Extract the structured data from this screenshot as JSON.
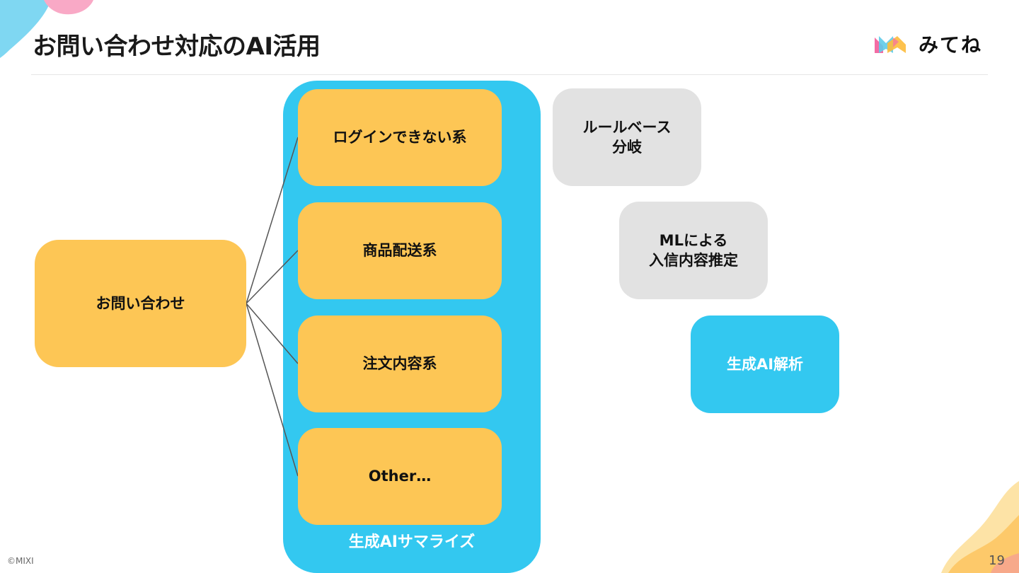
{
  "slide": {
    "title": "お問い合わせ対応のAI活用",
    "page_number": "19",
    "copyright": "©MIXI"
  },
  "logo": {
    "text": "みてね",
    "colors": [
      "#f36ca4",
      "#5fcbe9",
      "#fdbb3b"
    ]
  },
  "diagram": {
    "root": {
      "label": "お問い合わせ"
    },
    "container": {
      "label": "生成AIサマライズ",
      "color": "#33c8f0"
    },
    "categories": [
      {
        "label": "ログインできない系"
      },
      {
        "label": "商品配送系"
      },
      {
        "label": "注文内容系"
      },
      {
        "label": "Other…"
      }
    ],
    "methods": [
      {
        "label": "ルールベース\n分岐",
        "style": "grey"
      },
      {
        "label": "MLによる\n入信内容推定",
        "style": "grey"
      },
      {
        "label": "生成AI解析",
        "style": "blue"
      }
    ],
    "colors": {
      "node": "#fdc655",
      "method_grey": "#e2e2e2",
      "method_blue": "#33c8f0",
      "connector": "#555555"
    }
  }
}
